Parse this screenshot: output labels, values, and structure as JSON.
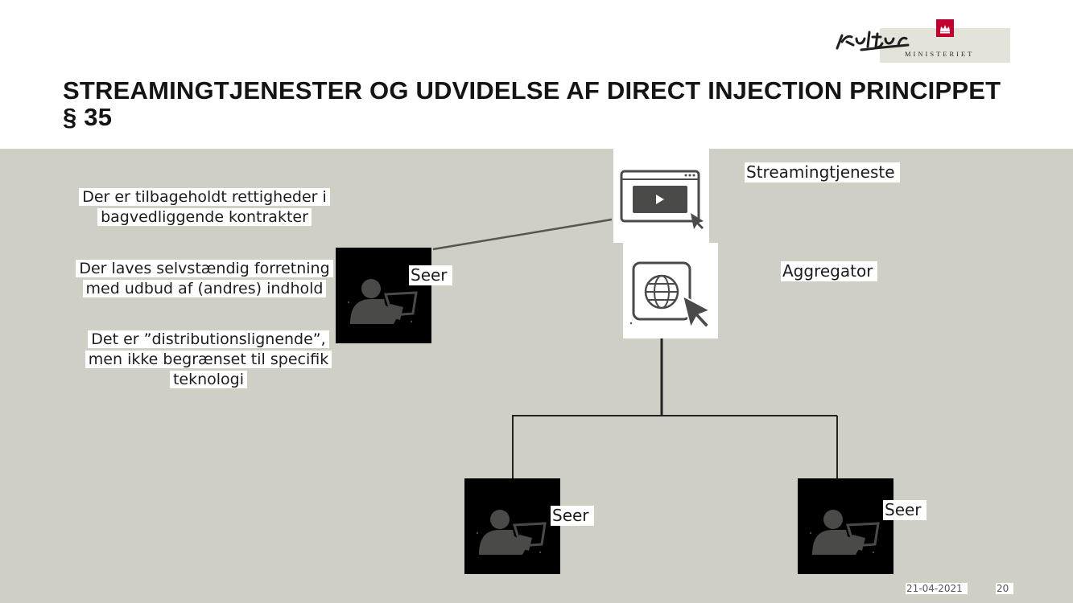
{
  "header": {
    "title_line1": "STREAMINGTJENESTER OG UDVIDELSE AF DIRECT INJECTION PRINCIPPET",
    "title_line2": "§ 35"
  },
  "logo": {
    "script_text": "Kultur",
    "word": "MINISTERIET"
  },
  "bullets": [
    "Der er tilbageholdt rettigheder i bagvedliggende kontrakter",
    "Der laves selvstændig forretning med udbud af (andres) indhold",
    "Det er ”distributionslignende”, men ikke begrænset til specifik teknologi"
  ],
  "diagram": {
    "streaming_label": "Streamingtjeneste",
    "aggregator_label": "Aggregator",
    "viewer_label": "Seer",
    "icons": {
      "streaming": "video-player-icon",
      "aggregator": "globe-cursor-icon",
      "viewer": "person-tablet-icon"
    }
  },
  "footer": {
    "date": "21-04-2021",
    "page": "20"
  },
  "colors": {
    "band": "#d0cfc6",
    "icon_dark": "#4a4a48",
    "crown_red": "#c2002f"
  }
}
